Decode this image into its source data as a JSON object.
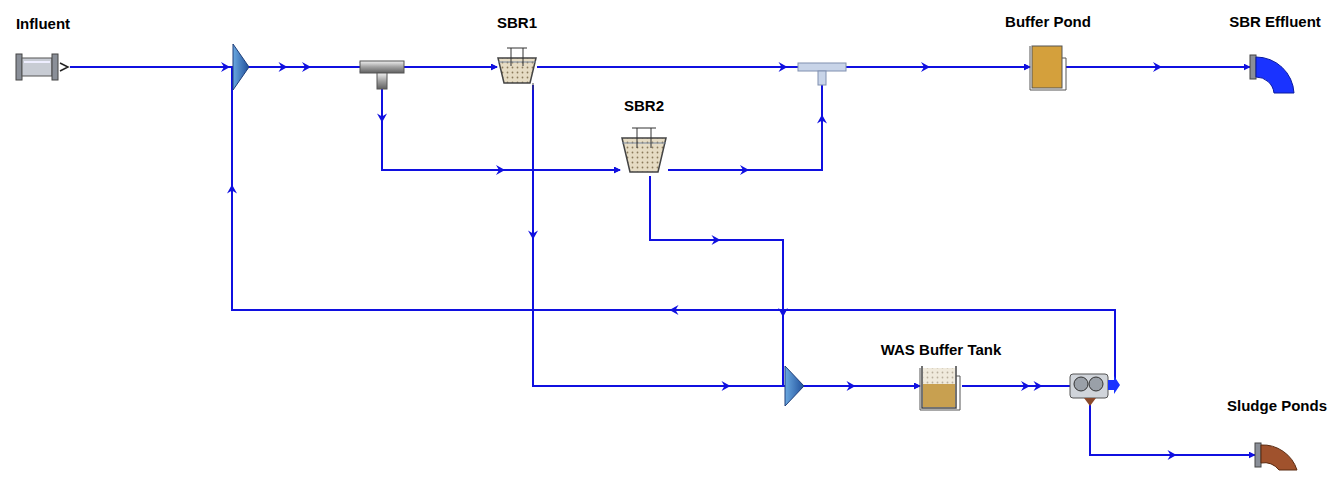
{
  "diagram": {
    "nodes": [
      {
        "text": [
          "Influent"
        ]
      },
      {
        "text": [
          "SBR1"
        ]
      },
      {
        "text": [
          "SBR2"
        ]
      },
      {
        "text": [
          "Buffer Pond"
        ]
      },
      {
        "text": [
          "SBR Effluent"
        ]
      },
      {
        "text": [
          "WAS Buffer Tank"
        ]
      },
      {
        "text": [
          "Sludge Ponds"
        ]
      }
    ],
    "edges": [
      {
        "from": 0,
        "to": 1,
        "arrow": "to"
      },
      {
        "from": 0,
        "to": 2,
        "arrow": "to"
      },
      {
        "from": 1,
        "to": 3,
        "arrow": "to"
      },
      {
        "from": 2,
        "to": 3,
        "arrow": "to"
      },
      {
        "from": 3,
        "to": 4,
        "arrow": "to"
      },
      {
        "from": 1,
        "to": 5,
        "arrow": "to"
      },
      {
        "from": 2,
        "to": 5,
        "arrow": "to"
      },
      {
        "from": 5,
        "to": 6,
        "arrow": "to"
      },
      {
        "from": 5,
        "to": 1,
        "arrow": "to"
      },
      {
        "from": 5,
        "to": 2,
        "arrow": "to"
      }
    ]
  }
}
